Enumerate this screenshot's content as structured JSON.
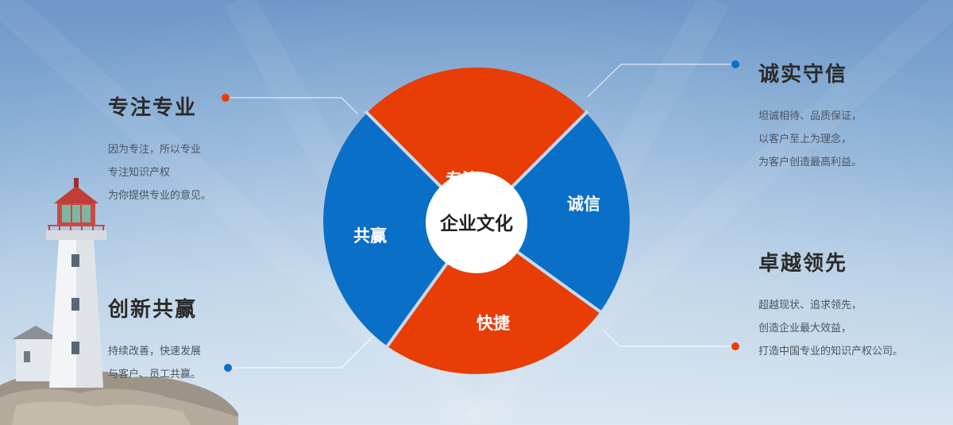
{
  "center_label": "企业文化",
  "segments": {
    "top": "专注",
    "right": "诚信",
    "bottom": "快捷",
    "left": "共赢"
  },
  "blocks": {
    "focus": {
      "title": "专注专业",
      "lines": [
        "因为专注，所以专业",
        "专注知识产权",
        "为你提供专业的意见。"
      ]
    },
    "integrity": {
      "title": "诚实守信",
      "lines": [
        "坦诚相待、品质保证，",
        "以客户至上为理念，",
        "为客户创造最高利益。"
      ]
    },
    "excellence": {
      "title": "卓越领先",
      "lines": [
        "超越现状、追求领先，",
        "创造企业最大效益，",
        "打造中国专业的知识产权公司。"
      ]
    },
    "innovation": {
      "title": "创新共赢",
      "lines": [
        "持续改善，快速发展",
        "与客户、员工共赢。"
      ]
    }
  },
  "colors": {
    "red": "#e83d04",
    "blue": "#0a6fc6",
    "center": "#ffffff",
    "title_text": "#2b2b2b",
    "body_text": "#4c5560"
  }
}
